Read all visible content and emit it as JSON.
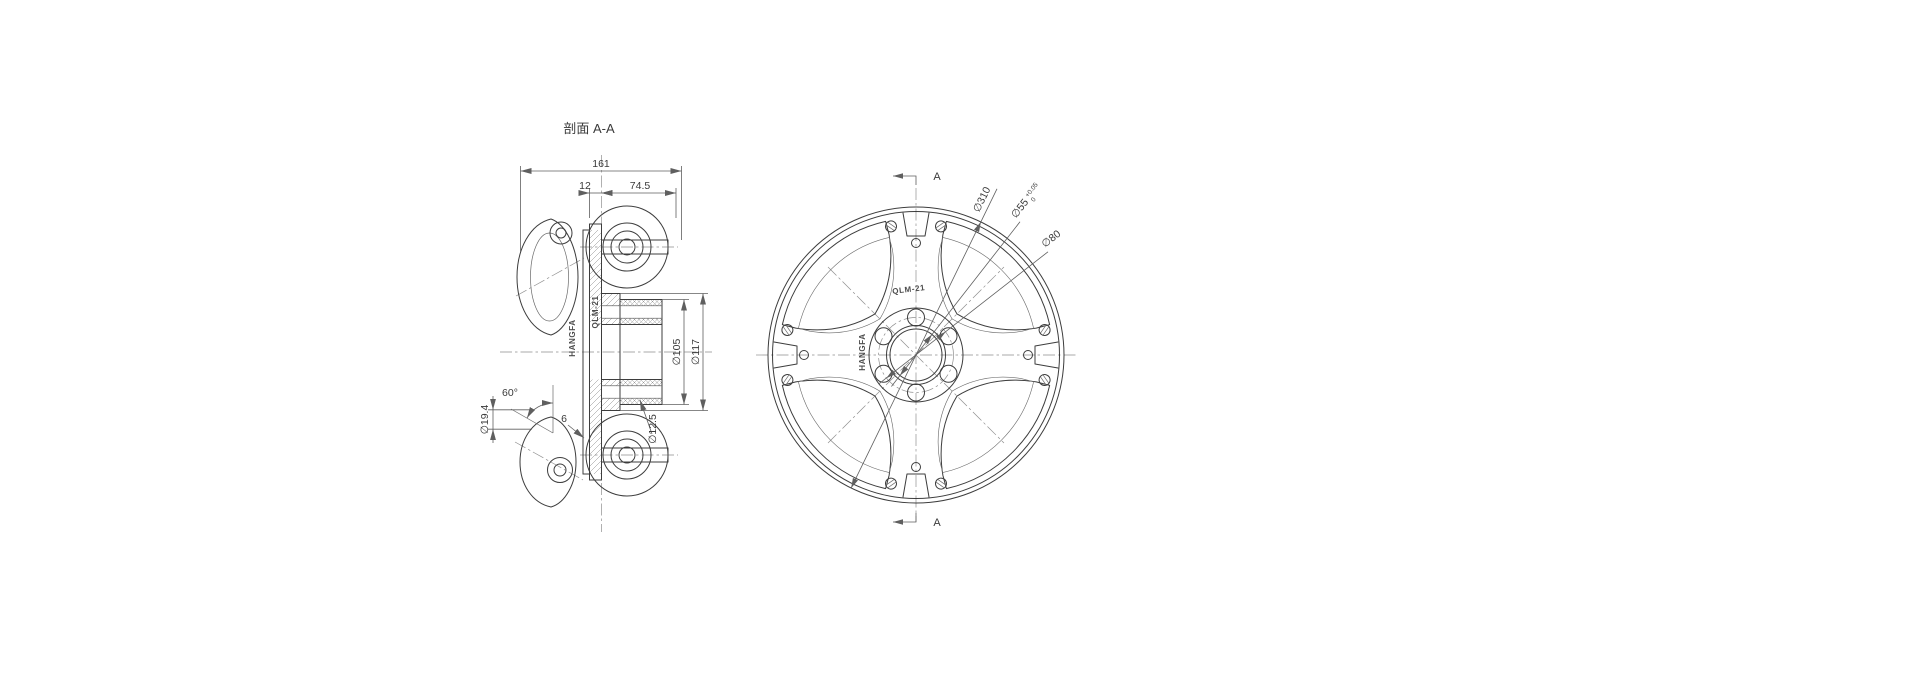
{
  "drawing": {
    "section_view": {
      "title": "剖面 A-A",
      "dims": {
        "overall_width": "161",
        "plate_thickness": "12",
        "hub_depth": "74.5",
        "dia_105": "∅105",
        "dia_117": "∅117",
        "dia_19_4": "∅19.4",
        "angle_60": "60°",
        "dia_12_5": "∅12.5",
        "gap_6": "6"
      },
      "markings": {
        "brand": "HANGFA",
        "model": "QLM-21"
      }
    },
    "front_view": {
      "section_label_top": "A",
      "section_label_bottom": "A",
      "dims": {
        "dia_310": "∅310",
        "dia_55": "∅55",
        "dia_55_tol_upper": "+0.05",
        "dia_55_tol_lower": "0",
        "dia_80": "∅80"
      },
      "markings": {
        "model": "QLM-21",
        "brand": "HANGFA"
      }
    }
  }
}
